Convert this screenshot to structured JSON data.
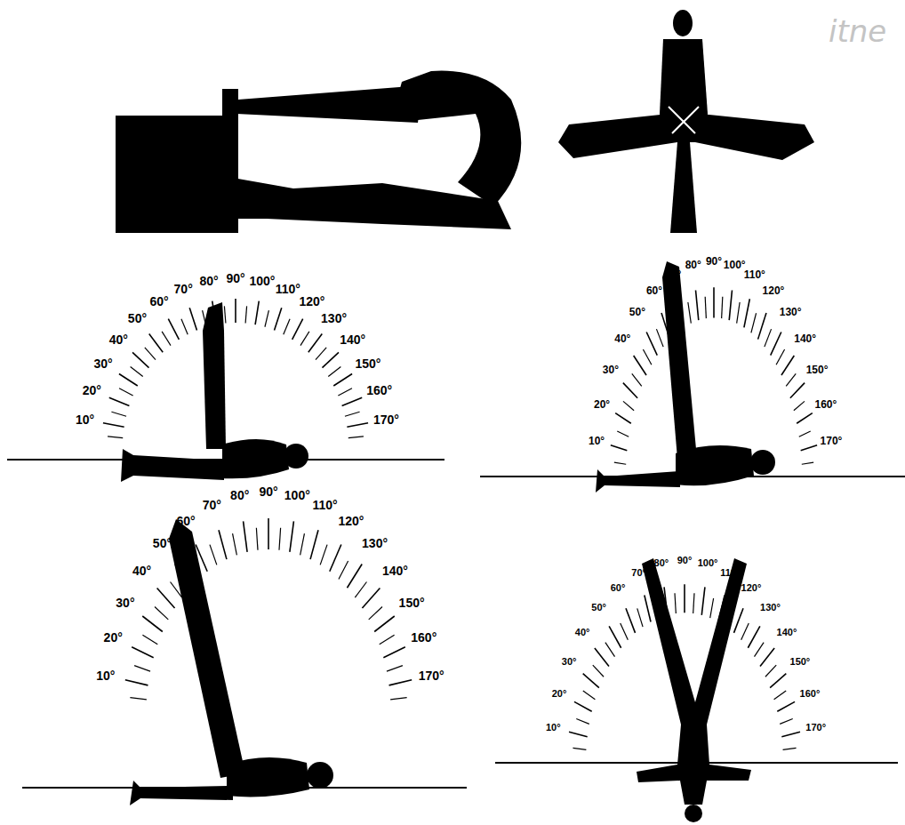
{
  "diagram": {
    "labels": [
      "itne",
      "10°",
      "20°",
      "30°",
      "40°",
      "50°",
      "60°",
      "70°",
      "80°",
      "90°",
      "100°",
      "110°",
      "120°",
      "130°",
      "140°",
      "150°",
      "160°",
      "170°",
      "10°",
      "20°",
      "30°",
      "40°",
      "50°",
      "60°",
      "70°",
      "80°",
      "90°",
      "100°",
      "110°",
      "120°",
      "130°",
      "140°",
      "150°",
      "160°",
      "170°",
      "10°",
      "20°",
      "30°",
      "40°",
      "50°",
      "60°",
      "70°",
      "80°",
      "90°",
      "100°",
      "110°",
      "120°",
      "130°",
      "140°",
      "150°",
      "160°",
      "170°",
      "10°",
      "20°",
      "30°",
      "40°",
      "50°",
      "60°",
      "70°",
      "80°",
      "90°",
      "100°",
      "110°",
      "120°",
      "130°",
      "140°",
      "150°",
      "160°",
      "170°"
    ]
  }
}
